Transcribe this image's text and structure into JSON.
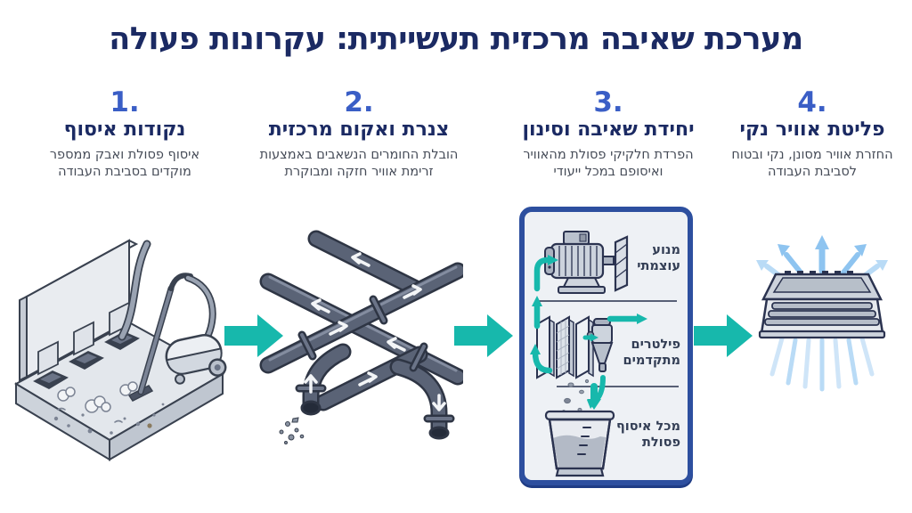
{
  "title": "מערכת שאיבה מרכזית תעשייתית: עקרונות פעולה",
  "steps": [
    {
      "number": "1.",
      "heading": "נקודות איסוף",
      "description": "איסוף פסולת ואבק ממספר מוקדים בסביבת העבודה"
    },
    {
      "number": "2.",
      "heading": "צנרת ואקום מרכזית",
      "description": "הובלת החומרים הנשאבים באמצעות זרימת אוויר חזקה ומבוקרת"
    },
    {
      "number": "3.",
      "heading": "יחידת שאיבה וסינון",
      "description": "הפרדת חלקיקי פסולת מהאוויר ואיסופם במכל ייעודי"
    },
    {
      "number": "4.",
      "heading": "פליטת אוויר נקי",
      "description": "החזרת אוויר מסונן, נקי ובטוח לסביבת העבודה"
    }
  ],
  "filtration_unit": {
    "motor_label": "מנוע עוצמתי",
    "filters_label": "פילטרים מתקדמים",
    "container_label": "מכל איסוף פסולת"
  },
  "icons": {
    "flow_arrow": "right-block-arrow",
    "step1_illustration": "floor-inlet-points-with-vacuum-cleaner",
    "step2_illustration": "crisscross-vacuum-piping-with-flow-arrows",
    "step3_motor": "electric-motor",
    "step3_filters": "filter-panels-and-cyclone",
    "step3_container": "waste-collection-bin",
    "step4_illustration": "louvered-air-outlet-with-clean-airflow"
  },
  "colors": {
    "accent_teal": "#17b8ac",
    "navy": "#1b2a63",
    "step_number_blue": "#3a5ec6",
    "body_text_gray": "#454b57",
    "unit_border_blue": "#2d4f9f",
    "unit_fill": "#eef1f5",
    "pipe_gray": "#5a6376",
    "air_blue": "#8ec4f0"
  }
}
